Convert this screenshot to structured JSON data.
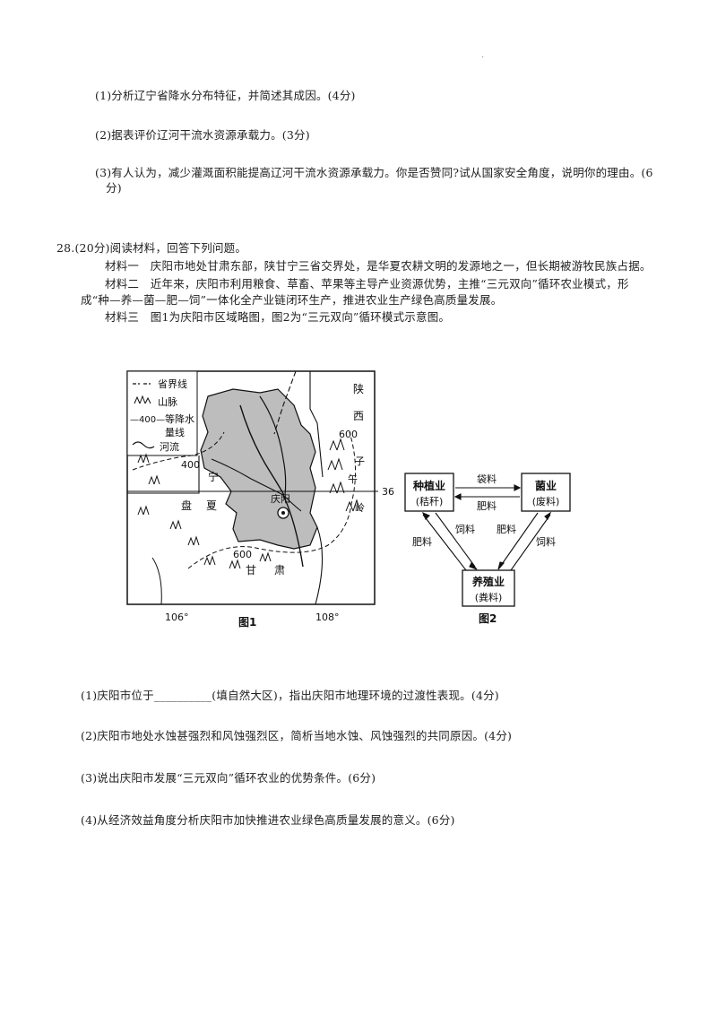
{
  "page": {
    "corner_mark": ".",
    "q27": {
      "sub1": "(1)分析辽宁省降水分布特征，并简述其成因。(4分)",
      "sub2": "(2)据表评价辽河干流水资源承载力。(3分)",
      "sub3_line1": "(3)有人认为，减少灌溉面积能提高辽河干流水资源承载力。你是否赞同?试从国家安全角度，说明你的理由。(6",
      "sub3_line2": "分)"
    },
    "q28": {
      "header": "28.(20分)阅读材料，回答下列问题。",
      "material1": "材料一　庆阳市地处甘肃东部，陕甘宁三省交界处，是华夏农耕文明的发源地之一，但长期被游牧民族占据。",
      "material2_line1": "材料二　近年来，庆阳市利用粮食、草畜、苹果等主导产业资源优势，主推“三元双向”循环农业模式，形",
      "material2_line2": "成“种—养—菌—肥—饲”一体化全产业链闭环生产，推进农业生产绿色高质量发展。",
      "material3": "材料三　图1为庆阳市区域略图，图2为“三元双向”循环模式示意图。",
      "sub1": "(1)庆阳市位于__________(填自然大区)，指出庆阳市地理环境的过渡性表现。(4分)",
      "sub2": "(2)庆阳市地处水蚀甚强烈和风蚀强烈区，简析当地水蚀、风蚀强烈的共同原因。(4分)",
      "sub3": "(3)说出庆阳市发展“三元双向”循环农业的优势条件。(6分)",
      "sub4": "(4)从经济效益角度分析庆阳市加快推进农业绿色高质量发展的意义。(6分)"
    }
  },
  "figure1": {
    "caption": "图1",
    "legend": {
      "boundary": "省界线",
      "mountain": "山脉",
      "isohyet_value": "—400—",
      "isohyet_line1": "等降水",
      "isohyet_line2": "量线",
      "river": "河流"
    },
    "labels": {
      "shaanxi1": "陕",
      "shaanxi2": "西",
      "ningxia": "宁",
      "ningxia2": "夏",
      "panshan": "盘",
      "gansu": "甘",
      "gansu2": "肃",
      "qingyang": "庆阳",
      "iso400": "400",
      "iso600_east": "600",
      "iso600_south": "600",
      "ziwu1": "子",
      "ziwu2": "午",
      "ziwu3": "岭",
      "lat36": "36°",
      "lon106": "106°",
      "lon108": "108°"
    }
  },
  "figure2": {
    "caption": "图2",
    "nodes": {
      "planting_title": "种植业",
      "planting_sub": "(秸秆)",
      "fungus_title": "菌业",
      "fungus_sub": "(废料)",
      "breeding_title": "养殖业",
      "breeding_sub": "(粪料)"
    },
    "edges": {
      "bag_material": "袋料",
      "fertilizer_top": "肥料",
      "feed_left": "饲料",
      "fertilizer_left": "肥料",
      "fertilizer_right": "肥料",
      "feed_right": "饲料"
    }
  }
}
